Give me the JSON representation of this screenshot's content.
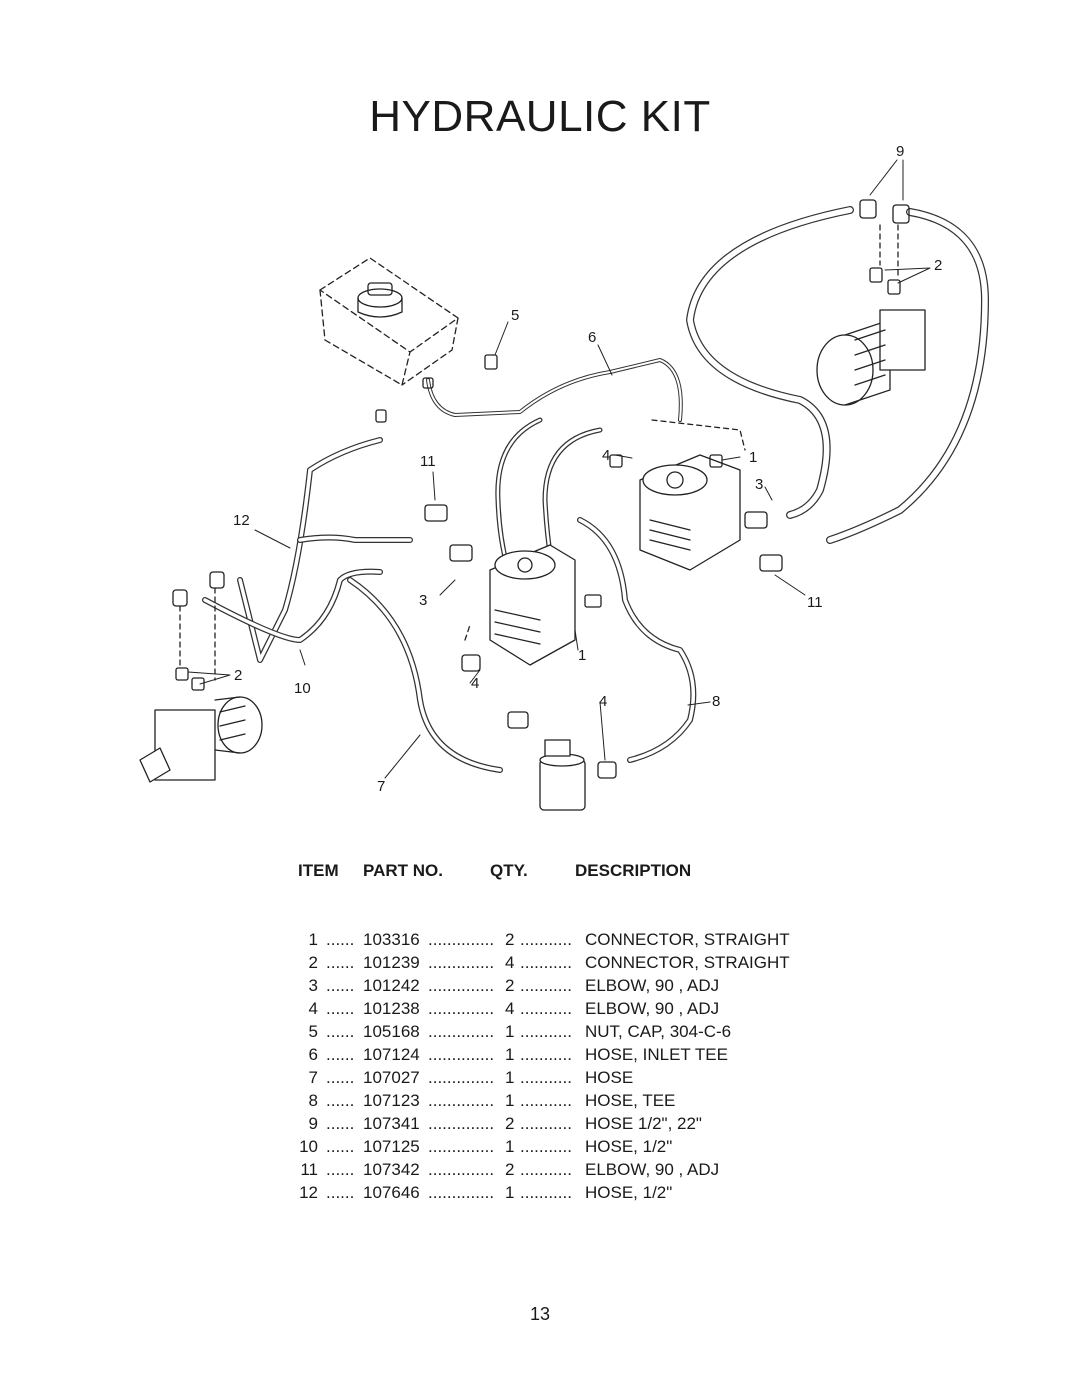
{
  "title": "HYDRAULIC KIT",
  "callouts": {
    "c9": "9",
    "c2a": "2",
    "c5": "5",
    "c6": "6",
    "c4a": "4",
    "c1a": "1",
    "c11a": "11",
    "c3a": "3",
    "c12": "12",
    "c3b": "3",
    "c11b": "11",
    "c1b": "1",
    "c2b": "2",
    "c4b": "4",
    "c10": "10",
    "c4c": "4",
    "c8": "8",
    "c7": "7"
  },
  "table": {
    "headers": {
      "item": "ITEM",
      "part": "PART NO.",
      "qty": "QTY.",
      "desc": "DESCRIPTION"
    },
    "rows": [
      {
        "item": "1",
        "part": "103316",
        "qty": "2",
        "desc": "CONNECTOR, STRAIGHT"
      },
      {
        "item": "2",
        "part": "101239",
        "qty": "4",
        "desc": "CONNECTOR, STRAIGHT"
      },
      {
        "item": "3",
        "part": "101242",
        "qty": "2",
        "desc": "ELBOW, 90 , ADJ"
      },
      {
        "item": "4",
        "part": "101238",
        "qty": "4",
        "desc": "ELBOW, 90 , ADJ"
      },
      {
        "item": "5",
        "part": "105168",
        "qty": "1",
        "desc": "NUT, CAP, 304-C-6"
      },
      {
        "item": "6",
        "part": "107124",
        "qty": "1",
        "desc": "HOSE, INLET TEE"
      },
      {
        "item": "7",
        "part": "107027",
        "qty": "1",
        "desc": "HOSE"
      },
      {
        "item": "8",
        "part": "107123",
        "qty": "1",
        "desc": "HOSE, TEE"
      },
      {
        "item": "9",
        "part": "107341",
        "qty": "2",
        "desc": "HOSE 1/2\", 22\""
      },
      {
        "item": "10",
        "part": "107125",
        "qty": "1",
        "desc": "HOSE, 1/2\""
      },
      {
        "item": "11",
        "part": "107342",
        "qty": "2",
        "desc": "ELBOW, 90 , ADJ"
      },
      {
        "item": "12",
        "part": "107646",
        "qty": "1",
        "desc": "HOSE, 1/2\""
      }
    ]
  },
  "page_number": "13"
}
